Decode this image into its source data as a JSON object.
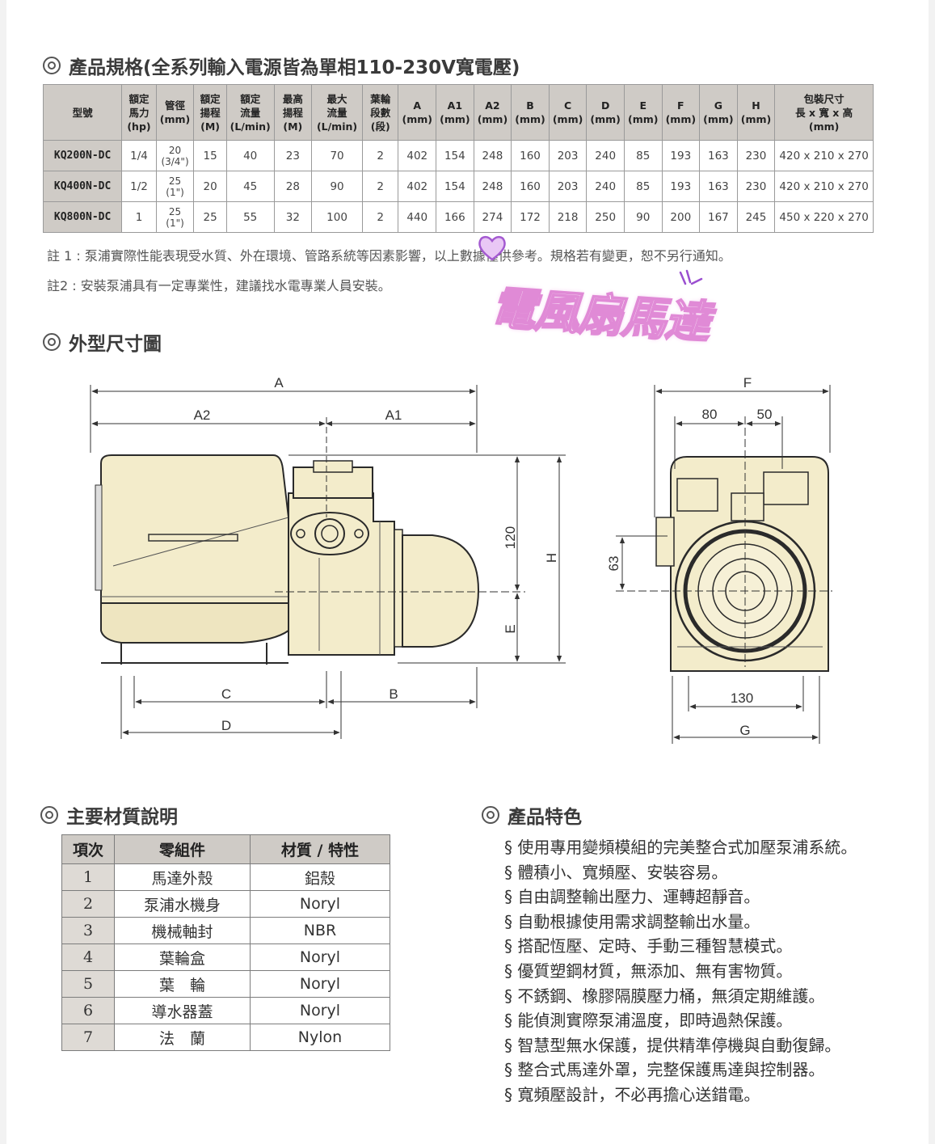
{
  "spec_section": {
    "title": "產品規格(全系列輸入電源皆為單相110-230V寬電壓)",
    "headers": [
      "型號",
      "額定\n馬力\n(hp)",
      "管徑\n(mm)",
      "額定\n揚程\n(M)",
      "額定\n流量\n(L/min)",
      "最高\n揚程\n(M)",
      "最大\n流量\n(L/min)",
      "葉輪\n段數\n(段)",
      "A\n(mm)",
      "A1\n(mm)",
      "A2\n(mm)",
      "B\n(mm)",
      "C\n(mm)",
      "D\n(mm)",
      "E\n(mm)",
      "F\n(mm)",
      "G\n(mm)",
      "H\n(mm)",
      "包裝尺寸\n長 x 寬 x 高\n(mm)"
    ],
    "rows": [
      [
        "KQ200N-DC",
        "1/4",
        "20\n(3/4\")",
        "15",
        "40",
        "23",
        "70",
        "2",
        "402",
        "154",
        "248",
        "160",
        "203",
        "240",
        "85",
        "193",
        "163",
        "230",
        "420 x 210 x 270"
      ],
      [
        "KQ400N-DC",
        "1/2",
        "25\n(1\")",
        "20",
        "45",
        "28",
        "90",
        "2",
        "402",
        "154",
        "248",
        "160",
        "203",
        "240",
        "85",
        "193",
        "163",
        "230",
        "420 x 210 x 270"
      ],
      [
        "KQ800N-DC",
        "1",
        "25\n(1\")",
        "25",
        "55",
        "32",
        "100",
        "2",
        "440",
        "166",
        "274",
        "172",
        "218",
        "250",
        "90",
        "200",
        "167",
        "245",
        "450 x 220 x 270"
      ]
    ],
    "note1": "註 1 : 泵浦實際性能表現受水質、外在環境、管路系統等因素影響，以上數據僅供參考。規格若有變更，恕不另行通知。",
    "note2": "註2 : 安裝泵浦具有一定專業性，建議找水電專業人員安裝。",
    "stamp": "電風扇馬達"
  },
  "dimension_section": {
    "title": "外型尺寸圖",
    "labels": {
      "A": "A",
      "A1": "A1",
      "A2": "A2",
      "B": "B",
      "C": "C",
      "D": "D",
      "E": "E",
      "F": "F",
      "G": "G",
      "H": "H",
      "h120": "120",
      "h63": "63",
      "w80": "80",
      "w50": "50",
      "w130": "130"
    }
  },
  "materials_section": {
    "title": "主要材質說明",
    "headers": [
      "項次",
      "零組件",
      "材質 / 特性"
    ],
    "rows": [
      [
        "1",
        "馬達外殼",
        "鋁殼"
      ],
      [
        "2",
        "泵浦水機身",
        "Noryl"
      ],
      [
        "3",
        "機械軸封",
        "NBR"
      ],
      [
        "4",
        "葉輪盒",
        "Noryl"
      ],
      [
        "5",
        "葉　輪",
        "Noryl"
      ],
      [
        "6",
        "導水器蓋",
        "Noryl"
      ],
      [
        "7",
        "法　蘭",
        "Nylon"
      ]
    ]
  },
  "features_section": {
    "title": "產品特色",
    "items": [
      "使用專用變頻模組的完美整合式加壓泵浦系統。",
      "體積小、寬頻壓、安裝容易。",
      "自由調整輸出壓力、運轉超靜音。",
      "自動根據使用需求調整輸出水量。",
      "搭配恆壓、定時、手動三種智慧模式。",
      "優質塑鋼材質，無添加、無有害物質。",
      "不銹鋼、橡膠隔膜壓力桶，無須定期維護。",
      "能偵測實際泵浦溫度，即時過熱保護。",
      "智慧型無水保護，提供精準停機與自動復歸。",
      "整合式馬達外罩，完整保護馬達與控制器。",
      "寬頻壓設計，不必再擔心送錯電。"
    ]
  },
  "colors": {
    "header_fill": "#cfcbc6",
    "pump_body": "#f3eccb",
    "stamp_pink": "#e08ad6",
    "heart": "#c77ee6"
  }
}
